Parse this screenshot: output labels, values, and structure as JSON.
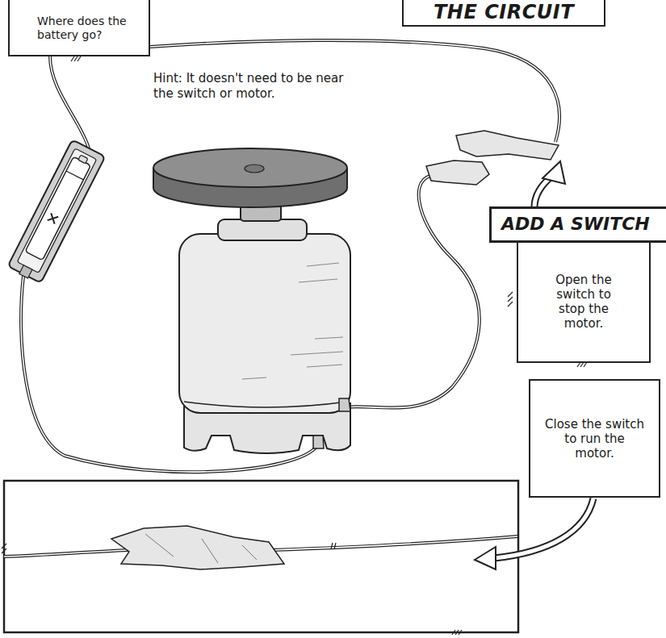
{
  "diagram": {
    "title": "THE CIRCUIT",
    "nodes": [
      {
        "text": [
          "Where does the battery go?"
        ]
      },
      {
        "text": [
          "ADD A SWITCH"
        ]
      },
      {
        "text": [
          "Open the switch to stop the motor."
        ]
      },
      {
        "text": [
          "Close the switch to run the motor."
        ]
      }
    ],
    "labels": [
      "Hint: It doesn't need to be near the switch or motor."
    ]
  }
}
